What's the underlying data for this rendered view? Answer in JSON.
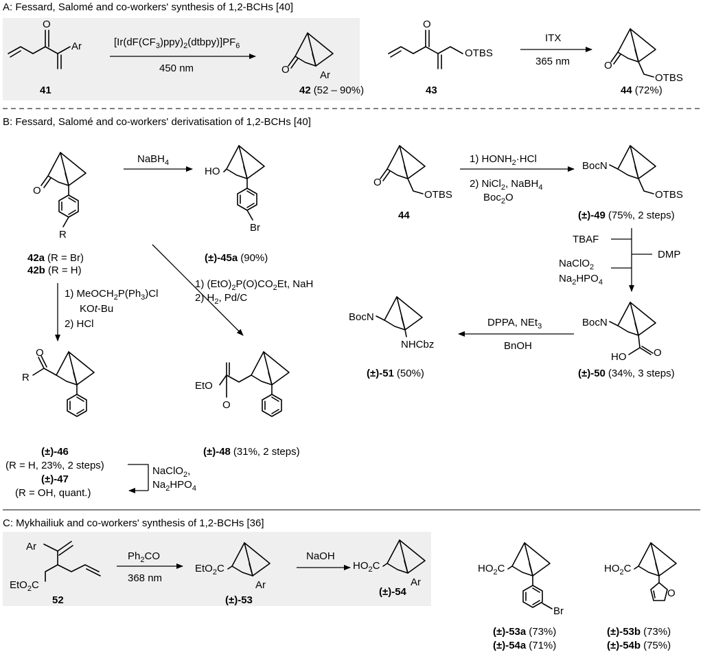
{
  "sections": {
    "A": {
      "header": "A: Fessard, Salomé and co-workers' synthesis of 1,2-BCHs [40]"
    },
    "B": {
      "header": "B: Fessard, Salomé and co-workers' derivatisation of 1,2-BCHs [40]"
    },
    "C": {
      "header": "C: Mykhailiuk and co-workers' synthesis of 1,2-BCHs [36]"
    }
  },
  "A": {
    "c41": {
      "id": "41"
    },
    "c42": {
      "id": "42",
      "yield": "(52 – 90%)"
    },
    "c43": {
      "id": "43"
    },
    "c44": {
      "id": "44",
      "yield": "(72%)"
    },
    "r1": {
      "cat_main": "[Ir(dF(CF",
      "cat_sub1": "3",
      "cat_mid": ")ppy)",
      "cat_sub2": "2",
      "cat_end": "(dtbpy)]PF",
      "cat_sub3": "6",
      "light": "450 nm"
    },
    "r2": {
      "cat": "ITX",
      "light": "365 nm"
    },
    "labels": {
      "ar": "Ar",
      "o": "O",
      "otbs": "OTBS"
    }
  },
  "B": {
    "c42ab": {
      "id_a": "42a",
      "r_a": "(R = Br)",
      "id_b": "42b",
      "r_b": "(R = H)"
    },
    "c45a": {
      "id": "(±)-45a",
      "yield": "(90%)"
    },
    "c44": {
      "id": "44"
    },
    "c49": {
      "id": "(±)-49",
      "yield": "(75%, 2 steps)"
    },
    "c50": {
      "id": "(±)-50",
      "yield": "(34%, 3 steps)"
    },
    "c51": {
      "id": "(±)-51",
      "yield": "(50%)"
    },
    "c46": {
      "id": "(±)-46",
      "note": "(R = H, 23%, 2 steps)"
    },
    "c47": {
      "id": "(±)-47",
      "note": "(R = OH, quant.)"
    },
    "c48": {
      "id": "(±)-48",
      "yield": "(31%, 2 steps)"
    },
    "r_nabh4": {
      "main": "NaBH",
      "sub": "4"
    },
    "r_oxime": {
      "s1": "1) HONH",
      "s1sub": "2",
      "s1b": "·HCl",
      "s2": "2) NiCl",
      "s2sub": "2",
      "s2b": ", NaBH",
      "s2sub2": "4",
      "s3": "Boc",
      "s3sub": "2",
      "s3b": "O"
    },
    "r_ox": {
      "tbaf": "TBAF",
      "dmp": "DMP",
      "naclo2": "NaClO",
      "naclo2sub": "2",
      "na2": "Na",
      "na2sub": "2",
      "hpo4": "HPO",
      "hpo4sub": "4"
    },
    "r_curtius": {
      "top": "DPPA, NEt",
      "topsub": "3",
      "bottom": "BnOH"
    },
    "r_wittig": {
      "s1": "1) MeOCH",
      "s1sub": "2",
      "s1b": "P(Ph",
      "s1sub2": "3",
      "s1c": ")Cl",
      "s2": "KO",
      "s2i": "t",
      "s2b": "-Bu",
      "s3": "2) HCl"
    },
    "r_hwe": {
      "s1": "1) (EtO)",
      "s1sub": "2",
      "s1b": "P(O)CO",
      "s1sub2": "2",
      "s1c": "Et, NaH",
      "s2": "2) H",
      "s2sub": "2",
      "s2b": ", Pd/C"
    },
    "r_pinnick": {
      "l1": "NaClO",
      "l1sub": "2",
      "l1b": ",",
      "l2": "Na",
      "l2sub": "2",
      "l2b": "HPO",
      "l2sub2": "4"
    },
    "labels": {
      "r": "R",
      "br": "Br",
      "ho": "HO",
      "o": "O",
      "bocn": "BocN",
      "otbs": "OTBS",
      "nhcbz": "NHCbz",
      "eto": "EtO"
    }
  },
  "C": {
    "c52": {
      "id": "52"
    },
    "c53": {
      "id": "(±)-53"
    },
    "c54": {
      "id": "(±)-54"
    },
    "c53a": {
      "id": "(±)-53a",
      "yield": "(73%)"
    },
    "c54a": {
      "id": "(±)-54a",
      "yield": "(71%)"
    },
    "c53b": {
      "id": "(±)-53b",
      "yield": "(73%)"
    },
    "c54b": {
      "id": "(±)-54b",
      "yield": "(75%)"
    },
    "r1": {
      "main": "Ph",
      "sub": "2",
      "end": "CO",
      "light": "368 nm"
    },
    "r2": {
      "cat": "NaOH"
    },
    "labels": {
      "ar": "Ar",
      "eto2c_a": "EtO",
      "eto2c_sub": "2",
      "eto2c_b": "C",
      "ho2c_a": "HO",
      "ho2c_sub": "2",
      "ho2c_b": "C",
      "br": "Br",
      "o": "O"
    }
  }
}
